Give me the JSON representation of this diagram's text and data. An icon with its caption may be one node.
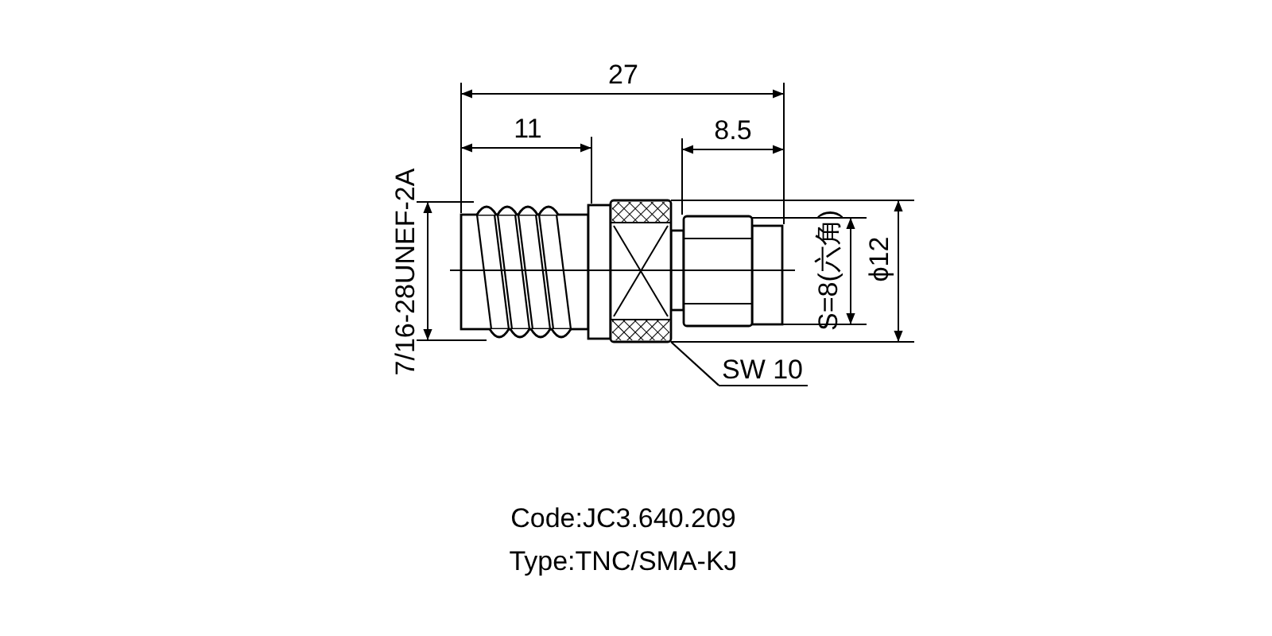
{
  "diagram": {
    "nodes": [
      {
        "text": [
          "SW 10"
        ]
      },
      {
        "text": [],
        "shape": "picture"
      }
    ],
    "edges": [
      {
        "from": 0,
        "to": 1,
        "arrow": "none"
      }
    ],
    "labels": [
      "27",
      "11",
      "8.5",
      "7/16-28UNEF-2A",
      "S=8(六角)",
      "ϕ12",
      "Code:JC3.640.209",
      "Type:TNC/SMA-KJ"
    ]
  }
}
